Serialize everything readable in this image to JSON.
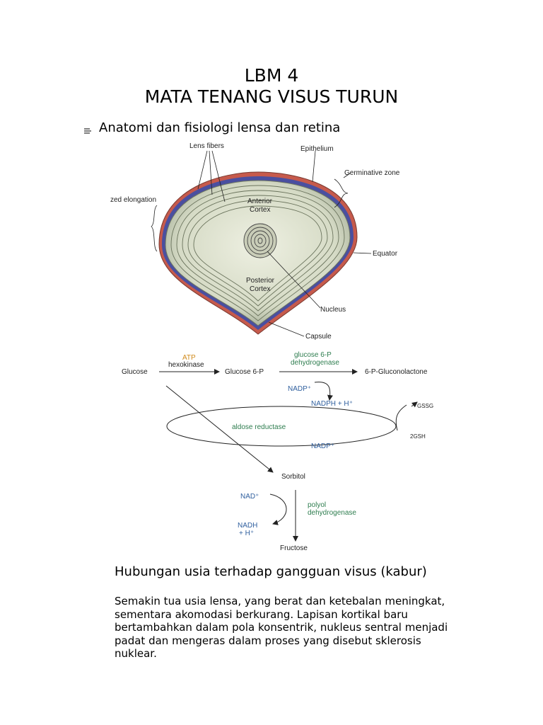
{
  "title_line1": "LBM 4",
  "title_line2": "MATA TENANG VISUS TURUN",
  "section1": "Anatomi dan fisiologi lensa dan retina",
  "lens_labels": {
    "lens_fibers": "Lens fibers",
    "epithelium": "Epithelium",
    "germinative_zone": "Germinative zone",
    "cell_elongation": "zed elongation",
    "anterior_cortex_1": "Anterior",
    "anterior_cortex_2": "Cortex",
    "posterior_cortex_1": "Posterior",
    "posterior_cortex_2": "Cortex",
    "equator": "Equator",
    "nucleus": "Nucleus",
    "capsule": "Capsule"
  },
  "pathway": {
    "glucose": "Glucose",
    "atp": "ATP",
    "hexokinase": "hexokinase",
    "glucose6p": "Glucose 6-P",
    "g6p_enzyme_1": "glucose 6-P",
    "g6p_enzyme_2": "dehydrogenase",
    "gluconolactone": "6-P-Gluconolactone",
    "nadp_plus_top": "NADP⁺",
    "nadph": "NADPH + H⁺",
    "gssg": "GSSG",
    "aldose_reductase": "aldose reductase",
    "gsh": "2GSH",
    "nadp_plus_bottom": "NADP⁺",
    "sorbitol": "Sorbitol",
    "nad_plus": "NAD⁺",
    "polyol_1": "polyol",
    "polyol_2": "dehydrogenase",
    "nadh_1": "NADH",
    "nadh_2": "+ H⁺",
    "fructose": "Fructose"
  },
  "section2": "Hubungan usia terhadap  gangguan visus (kabur)",
  "paragraph_lines": [
    "Semakin tua usia lensa, yang berat dan ketebalan meningkat,",
    "sementara akomodasi berkurang. Lapisan kortikal baru",
    "bertambahkan dalam pola konsentrik, nukleus sentral menjadi",
    "padat dan mengeras dalam proses yang disebut sklerosis",
    "nuklear."
  ],
  "colors": {
    "green_label": "#2e7d4f",
    "blue_label": "#2f5f9e",
    "orange_label": "#d08a1a"
  }
}
